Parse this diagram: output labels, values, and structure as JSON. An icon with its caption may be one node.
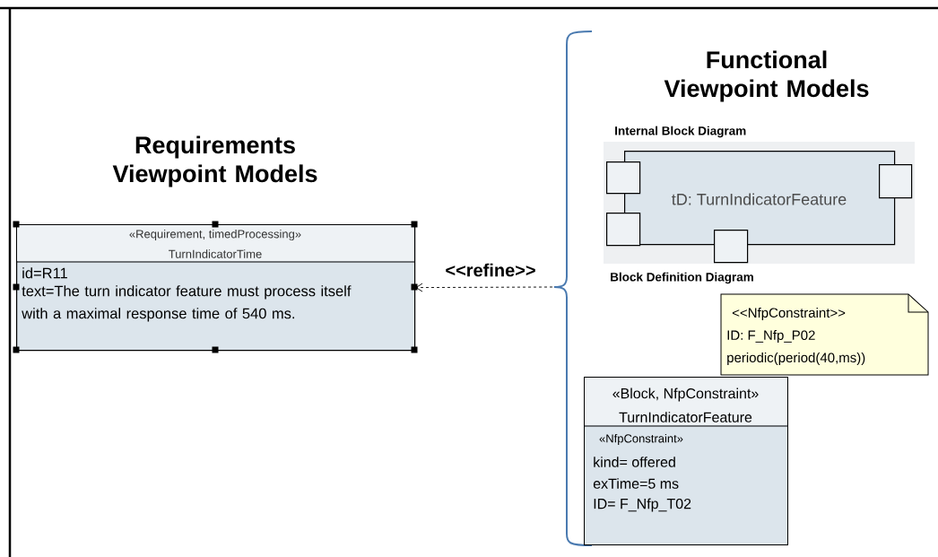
{
  "diagram": {
    "nodes": [
      {
        "text": [
          "«Requirement, timedProcessing»",
          "TurnIndicatorTime",
          "id=R11",
          "text=The turn indicator feature must process itself with a maximal response time of 540 ms."
        ]
      },
      {
        "text": [
          "tD: TurnIndicatorFeature"
        ]
      },
      {
        "text": [],
        "shape": "box"
      },
      {
        "text": [],
        "shape": "box"
      },
      {
        "text": [],
        "shape": "box"
      },
      {
        "text": [],
        "shape": "box"
      },
      {
        "text": [
          "<<NfpConstraint>>",
          "ID: F_Nfp_P02",
          "periodic(period(40,ms))"
        ]
      },
      {
        "text": [
          "«Block, NfpConstraint»",
          "TurnIndicatorFeature",
          "«NfpConstraint»",
          "kind= offered",
          "exTime=5 ms",
          "ID= F_Nfp_T02"
        ]
      },
      {
        "text": [],
        "shape": "brace"
      }
    ],
    "edges": [
      {
        "from": 8,
        "to": 0,
        "arrow": "to",
        "label": "<<refine>>",
        "style": "dashed"
      }
    ],
    "labels": [
      "Requirements Viewpoint Models",
      "Functional Viewpoint Models",
      "Internal Block Diagram",
      "Block Definition Diagram"
    ]
  }
}
